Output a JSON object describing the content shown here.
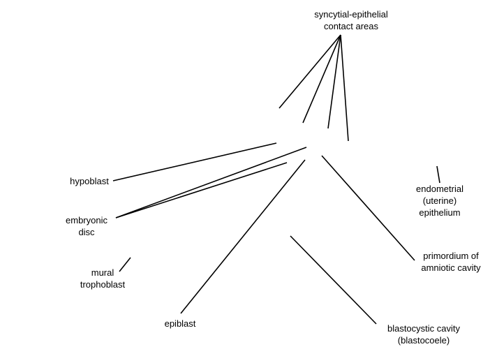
{
  "labels": {
    "syncytial_epithelial": [
      "syncytial-epithelial",
      "contact areas"
    ],
    "hypoblast": [
      "hypoblast"
    ],
    "embryonic_disc": [
      "embryonic",
      "disc"
    ],
    "mural_trophoblast": [
      "mural",
      "trophoblast"
    ],
    "epiblast": [
      "epiblast"
    ],
    "endometrial_epithelium": [
      "endometrial",
      "(uterine)",
      "epithelium"
    ],
    "primordium_amniotic": [
      "primordium of",
      "amniotic cavity"
    ],
    "blastocystic_cavity": [
      "blastocystic cavity",
      "(blastocoele)"
    ]
  },
  "colors": {
    "line": "#000000",
    "text": "#000000",
    "background": "#ffffff"
  }
}
